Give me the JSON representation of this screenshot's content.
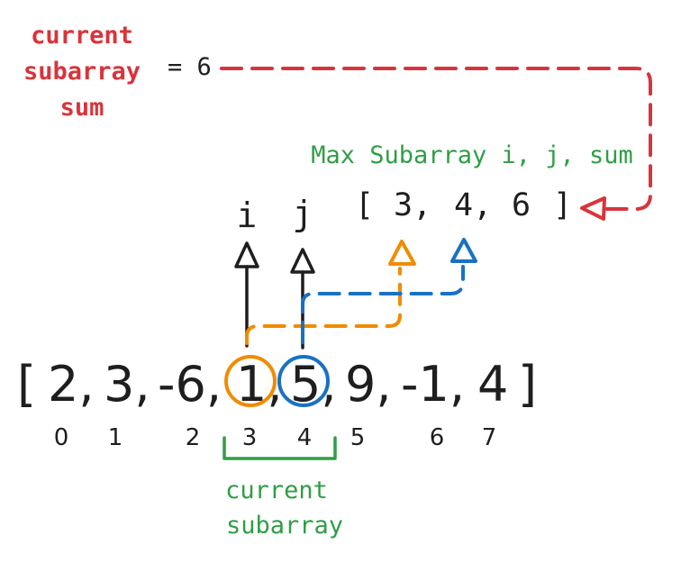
{
  "colors": {
    "red": "#d9343b",
    "green": "#2f9e44",
    "orange": "#f08c00",
    "blue": "#1971c2",
    "black": "#1e1e1e"
  },
  "current_sum": {
    "label_lines": [
      "current",
      "subarray",
      "sum"
    ],
    "equals_text": "= 6"
  },
  "max_subarray": {
    "title": "Max Subarray i, j, sum",
    "open_bracket": "[",
    "values": [
      "3,",
      "4,",
      "6"
    ],
    "close_bracket": "]"
  },
  "pointers": {
    "i_label": "i",
    "j_label": "j"
  },
  "array": {
    "open_bracket": "[",
    "elements": [
      "2,",
      "3,",
      "-6,",
      "1,",
      "5,",
      "9,",
      "-1,",
      "4"
    ],
    "close_bracket": "]",
    "indices": [
      "0",
      "1",
      "2",
      "3",
      "4",
      "5",
      "6",
      "7"
    ]
  },
  "current_subarray": {
    "label_lines": [
      "current",
      "subarray"
    ]
  }
}
